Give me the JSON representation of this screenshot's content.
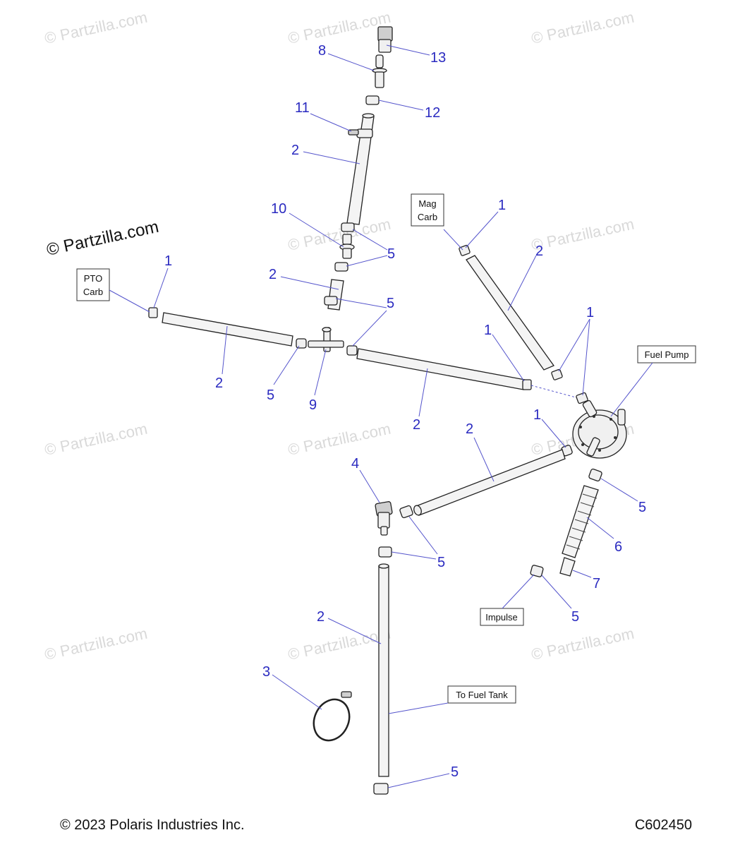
{
  "watermarks": {
    "text": "© Partzilla.com",
    "bold_text": "© Partzilla.com"
  },
  "tags": {
    "pto_line1": "PTO",
    "pto_line2": "Carb",
    "mag_line1": "Mag",
    "mag_line2": "Carb",
    "fuel_pump": "Fuel Pump",
    "impulse": "Impulse",
    "to_fuel_tank": "To Fuel Tank"
  },
  "callouts": {
    "c13": "13",
    "c8": "8",
    "c12": "12",
    "c11": "11",
    "c2_top": "2",
    "c10": "10",
    "c5_a": "5",
    "c2_mid": "2",
    "c5_b": "5",
    "c1_mag": "1",
    "c2_mag": "2",
    "c1_pto": "1",
    "c2_left": "2",
    "c5_left": "5",
    "c9": "9",
    "c1_tee_right": "1",
    "c2_right": "2",
    "c1_pump": "1",
    "c1_lower": "1",
    "c2_lower": "2",
    "c4": "4",
    "c5_pump": "5",
    "c6": "6",
    "c5_tee": "5",
    "c7": "7",
    "c5_impulse": "5",
    "c2_tank": "2",
    "c3": "3",
    "c5_bottom": "5"
  },
  "colors": {
    "callout": "#2a2ac0",
    "watermark": "#d9d9d9"
  },
  "footer": {
    "copyright": "© 2023 Polaris Industries Inc.",
    "diagram_id": "C602450"
  }
}
